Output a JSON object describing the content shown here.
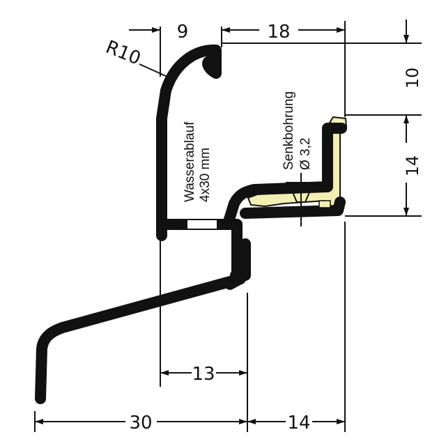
{
  "diagram": {
    "colors": {
      "profile": "#111111",
      "seal": "#f2efb2",
      "line": "#111111",
      "background": "#ffffff"
    },
    "dimensions": {
      "top_left": "9",
      "top_right": "18",
      "right_top": "10",
      "right_bottom": "14",
      "bottom_inner": "13",
      "bottom_left": "30",
      "bottom_right": "14"
    },
    "radius_label": "R10",
    "drain_label_line1": "Wasserablauf",
    "drain_label_line2": "4x30 mm",
    "bore_label_line1": "Senkbohrung",
    "bore_label_line2": "Ø 3,2"
  }
}
